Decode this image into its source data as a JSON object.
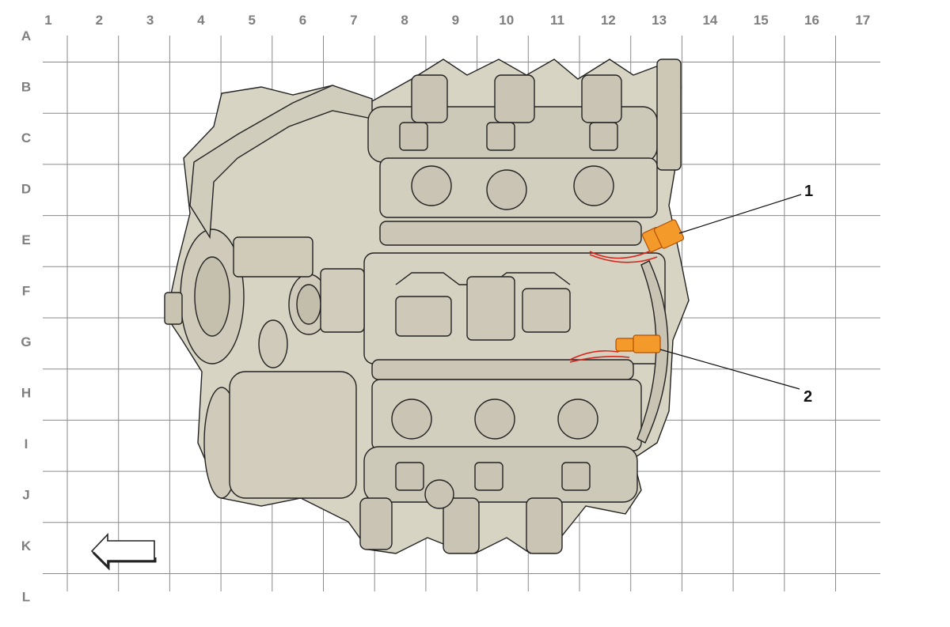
{
  "grid": {
    "columns": [
      "1",
      "2",
      "3",
      "4",
      "5",
      "6",
      "7",
      "8",
      "9",
      "10",
      "11",
      "12",
      "13",
      "14",
      "15",
      "16",
      "17"
    ],
    "rows": [
      "A",
      "B",
      "C",
      "D",
      "E",
      "F",
      "G",
      "H",
      "I",
      "J",
      "K",
      "L"
    ],
    "line_color": "#8a8a8a",
    "label_color": "#7f7f7f"
  },
  "engine": {
    "icon": "v8-engine-top-view-drawing",
    "body_color": "#d8d4c4",
    "outline_color": "#222222"
  },
  "connectors": {
    "wire_color": "#d8261c",
    "connector_color": "#f39a2b"
  },
  "callouts": [
    {
      "label": "1",
      "part": "connector-1"
    },
    {
      "label": "2",
      "part": "connector-2"
    }
  ],
  "orientation": {
    "icon": "direction-arrow-left-icon"
  }
}
